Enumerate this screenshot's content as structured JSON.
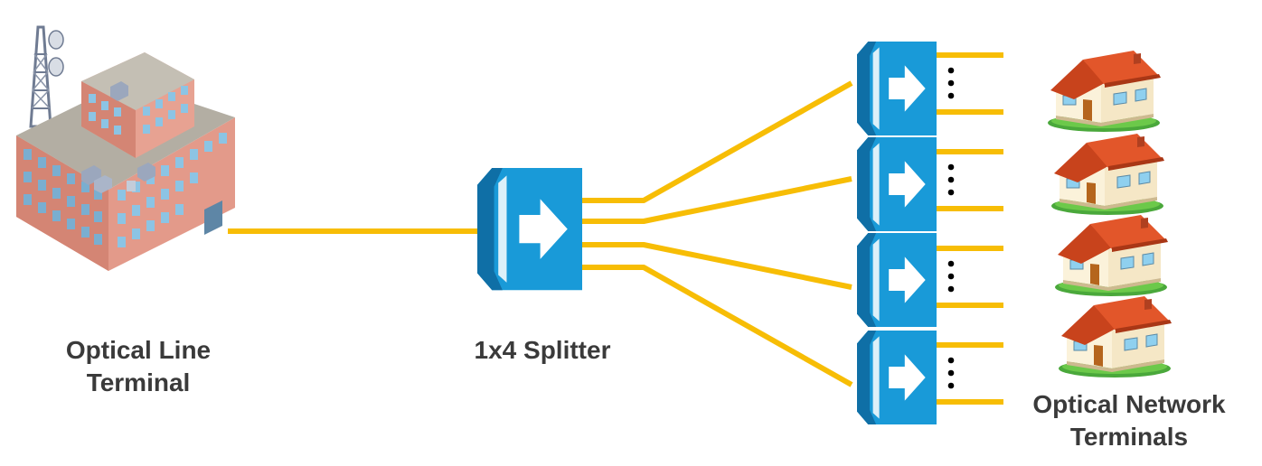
{
  "labels": {
    "olt": [
      "Optical Line",
      "Terminal"
    ],
    "splitter": "1x4 Splitter",
    "ont": [
      "Optical Network",
      "Terminals"
    ]
  },
  "icons": {
    "olt": "office-building-with-antenna-icon",
    "splitter": "optical-splitter-icon",
    "ont": "house-icon"
  },
  "colors": {
    "fiber": "#f7bd05",
    "splitter_fill": "#199ad8",
    "splitter_dark": "#0f6fa6",
    "building_wall": "#e39a8a",
    "roof": "#e2562a",
    "label": "#3a3a3a"
  },
  "topology": {
    "splitter_outputs": 4,
    "secondary_splitters": 4,
    "terminals": 4
  }
}
